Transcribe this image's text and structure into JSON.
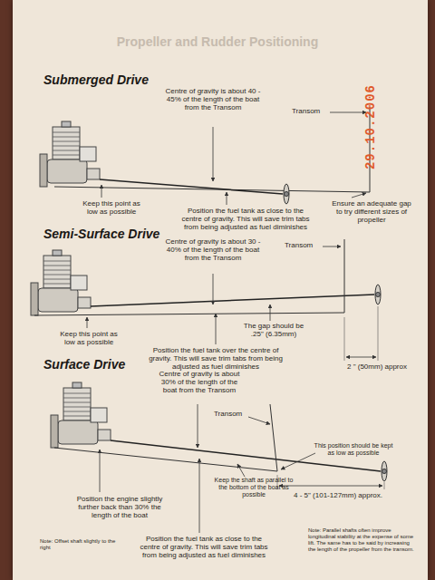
{
  "diagram": {
    "title": "Propeller and Rudder Positioning",
    "labels": [
      "Submerged Drive",
      "Centre of gravity is about 40 - 45% of the length of the boat from the Transom",
      "Transom",
      "Keep this point as low as possible",
      "Position the fuel tank as close to the centre of gravity. This will save trim tabs from being adjusted as fuel diminishes",
      "Ensure an adequate gap to try different sizes of propeller",
      "Semi-Surface Drive",
      "Centre of gravity is about 30 - 40% of the length of the boat from the Transom",
      "Transom",
      "Keep this point as low as possible",
      "The gap should be .25\" (6.35mm)",
      "Position the fuel tank over the centre of gravity. This will save trim tabs from being adjusted as fuel diminishes",
      "2 \" (50mm) approx",
      "Surface Drive",
      "Centre of gravity is about 30% of the length of the boat from the Transom",
      "Transom",
      "This position should be kept as low as possible",
      "Keep the shaft as parallel to the bottom of the boat as possible",
      "Position the engine slightly further back than 30% the length of the boat",
      "4 - 5\" (101-127mm) approx.",
      "Note: Offset shaft slightly to the right",
      "Position the fuel tank as close to the centre of gravity. This will save trim tabs from being adjusted as fuel diminishes",
      "Note: Parallel shafts often improve longitudinal stability at the expense of some lift. The same has to be said by increasing the length of the propeller from the transom.",
      "29.10.2006"
    ]
  }
}
